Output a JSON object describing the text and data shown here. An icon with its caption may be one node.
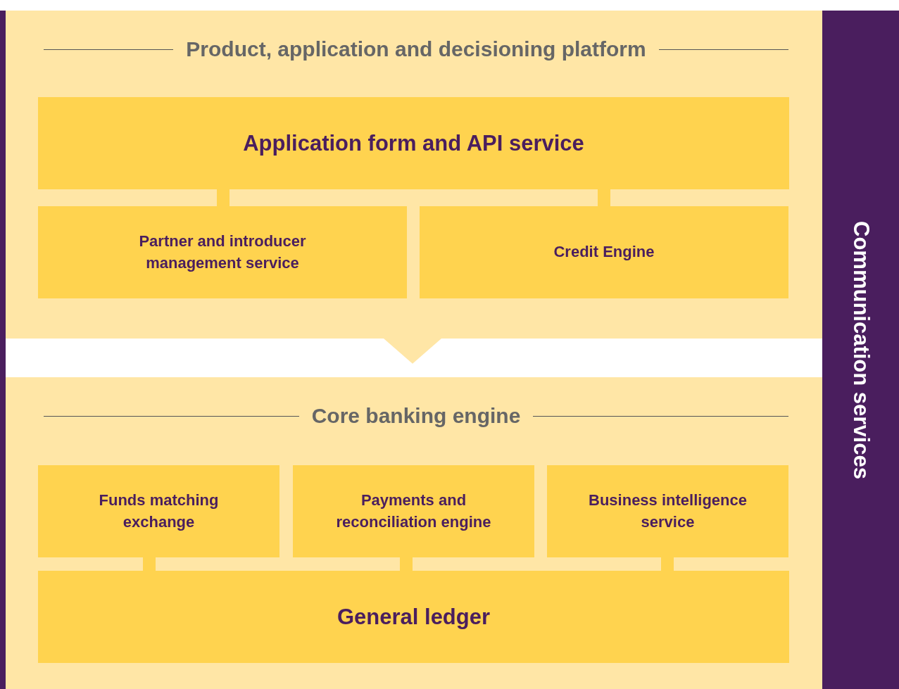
{
  "diagram": {
    "nodes": [
      {
        "text": [
          "Product, application and decisioning platform"
        ]
      },
      {
        "text": [
          "Application form and API service"
        ],
        "in": 0
      },
      {
        "text": [
          "Partner and introducer management service"
        ],
        "in": 0
      },
      {
        "text": [
          "Credit Engine"
        ],
        "in": 0
      },
      {
        "text": [
          "Core banking engine"
        ]
      },
      {
        "text": [
          "Funds matching exchange"
        ],
        "in": 4
      },
      {
        "text": [
          "Payments and reconciliation engine"
        ],
        "in": 4
      },
      {
        "text": [
          "Business intelligence service"
        ],
        "in": 4
      },
      {
        "text": [
          "General ledger"
        ],
        "in": 4
      },
      {
        "text": [
          "Communication services"
        ]
      }
    ],
    "edges": [
      {
        "from": 1,
        "to": 2,
        "arrow": "none"
      },
      {
        "from": 1,
        "to": 3,
        "arrow": "none"
      },
      {
        "from": 0,
        "to": 4,
        "arrow": "to"
      },
      {
        "from": 5,
        "to": 8,
        "arrow": "none"
      },
      {
        "from": 6,
        "to": 8,
        "arrow": "none"
      },
      {
        "from": 7,
        "to": 8,
        "arrow": "none"
      }
    ]
  }
}
